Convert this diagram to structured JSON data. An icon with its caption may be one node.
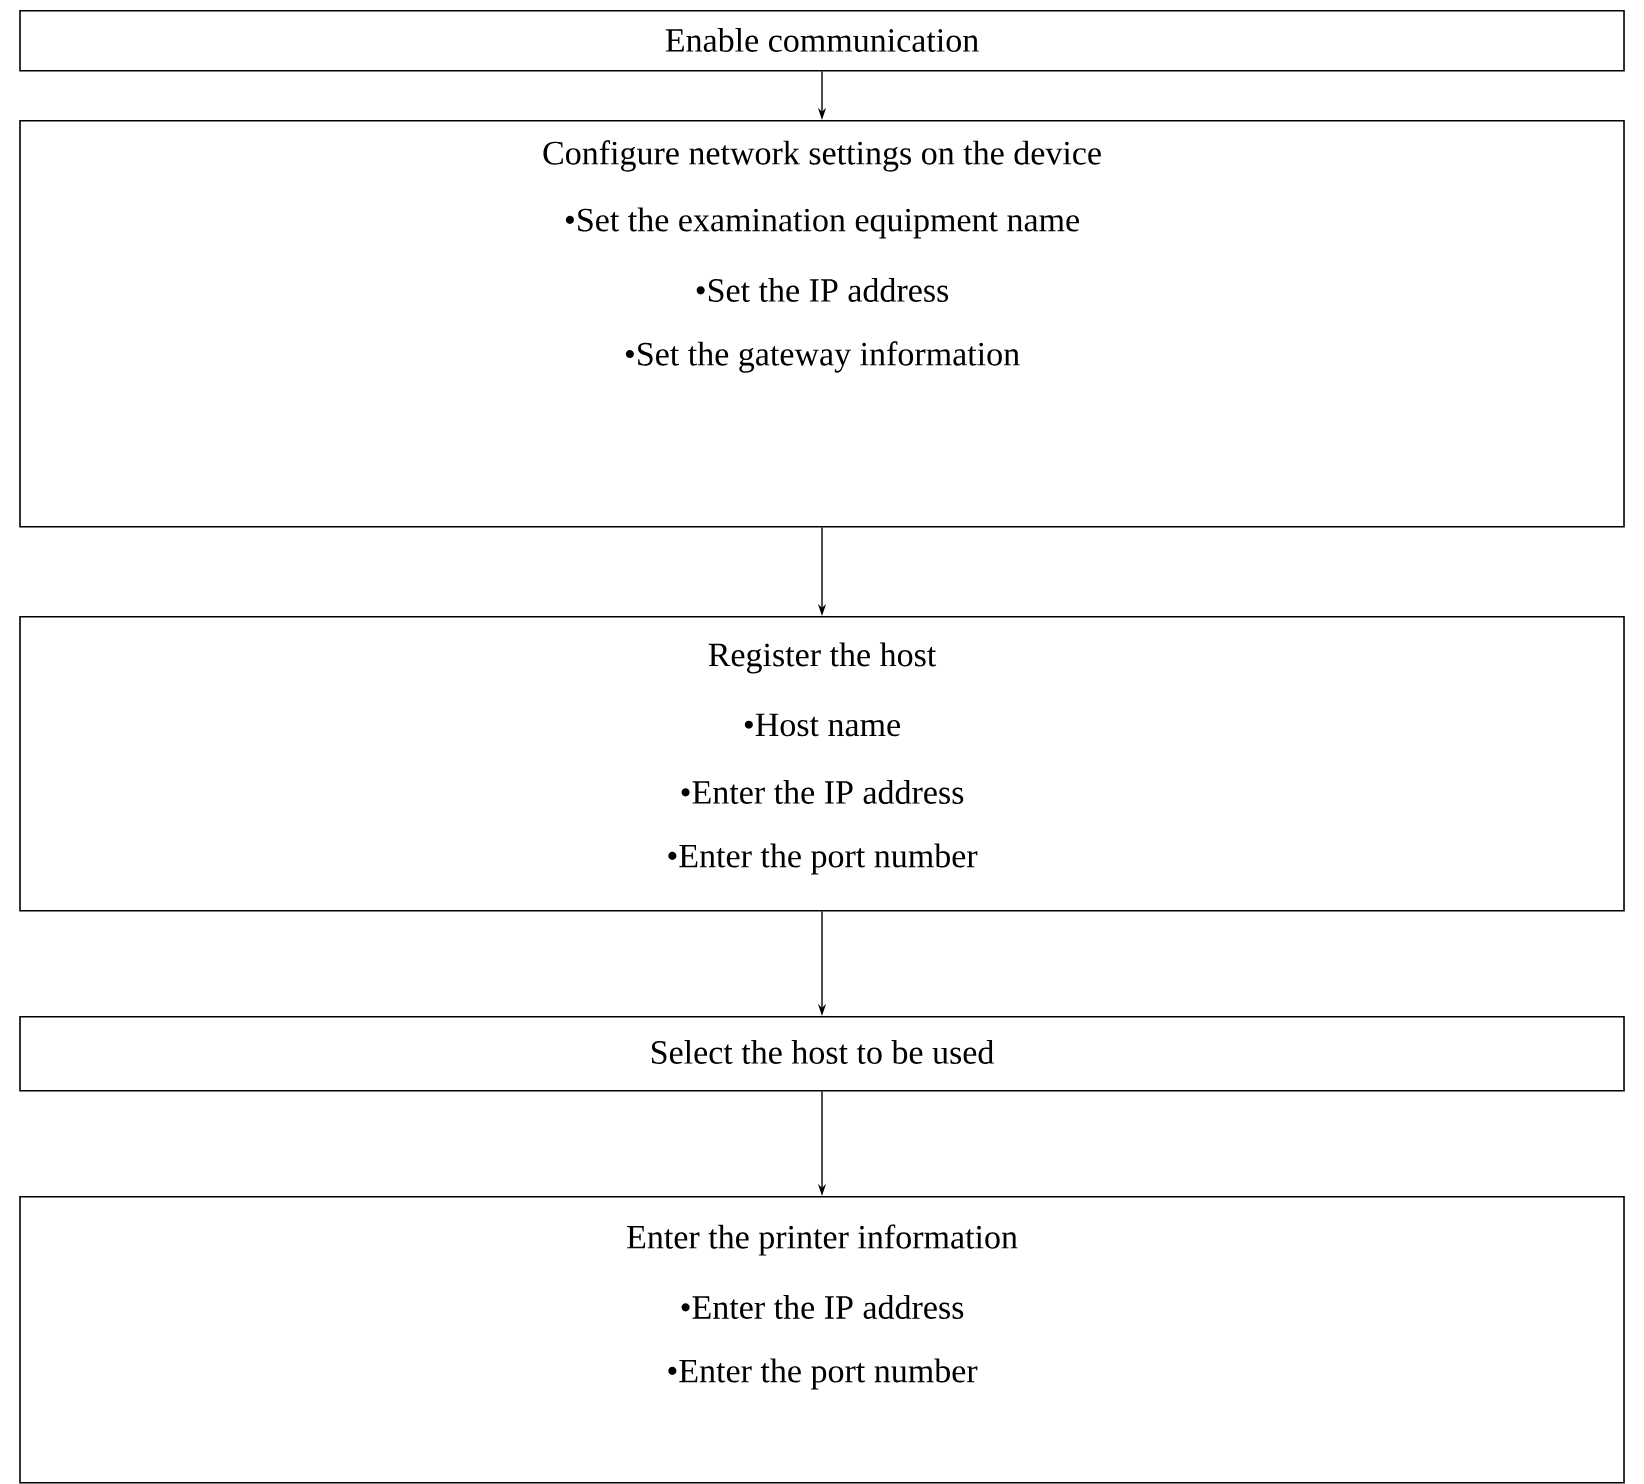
{
  "diagram": {
    "nodes": [
      {
        "text": [
          "Enable communication"
        ]
      },
      {
        "text": [
          "Configure network settings on the device",
          "•Set the examination equipment name",
          "•Set the IP address",
          "•Set the gateway information"
        ]
      },
      {
        "text": [
          "Register the host",
          "•Host name",
          "•Enter the IP address",
          "•Enter the port number"
        ]
      },
      {
        "text": [
          "Select the host to be used"
        ]
      },
      {
        "text": [
          "Enter the printer information",
          "•Enter the IP address",
          "•Enter the port number"
        ]
      }
    ],
    "edges": [
      {
        "from": 0,
        "to": 1,
        "arrow": "to"
      },
      {
        "from": 1,
        "to": 2,
        "arrow": "to"
      },
      {
        "from": 2,
        "to": 3,
        "arrow": "to"
      },
      {
        "from": 3,
        "to": 4,
        "arrow": "to"
      }
    ]
  }
}
